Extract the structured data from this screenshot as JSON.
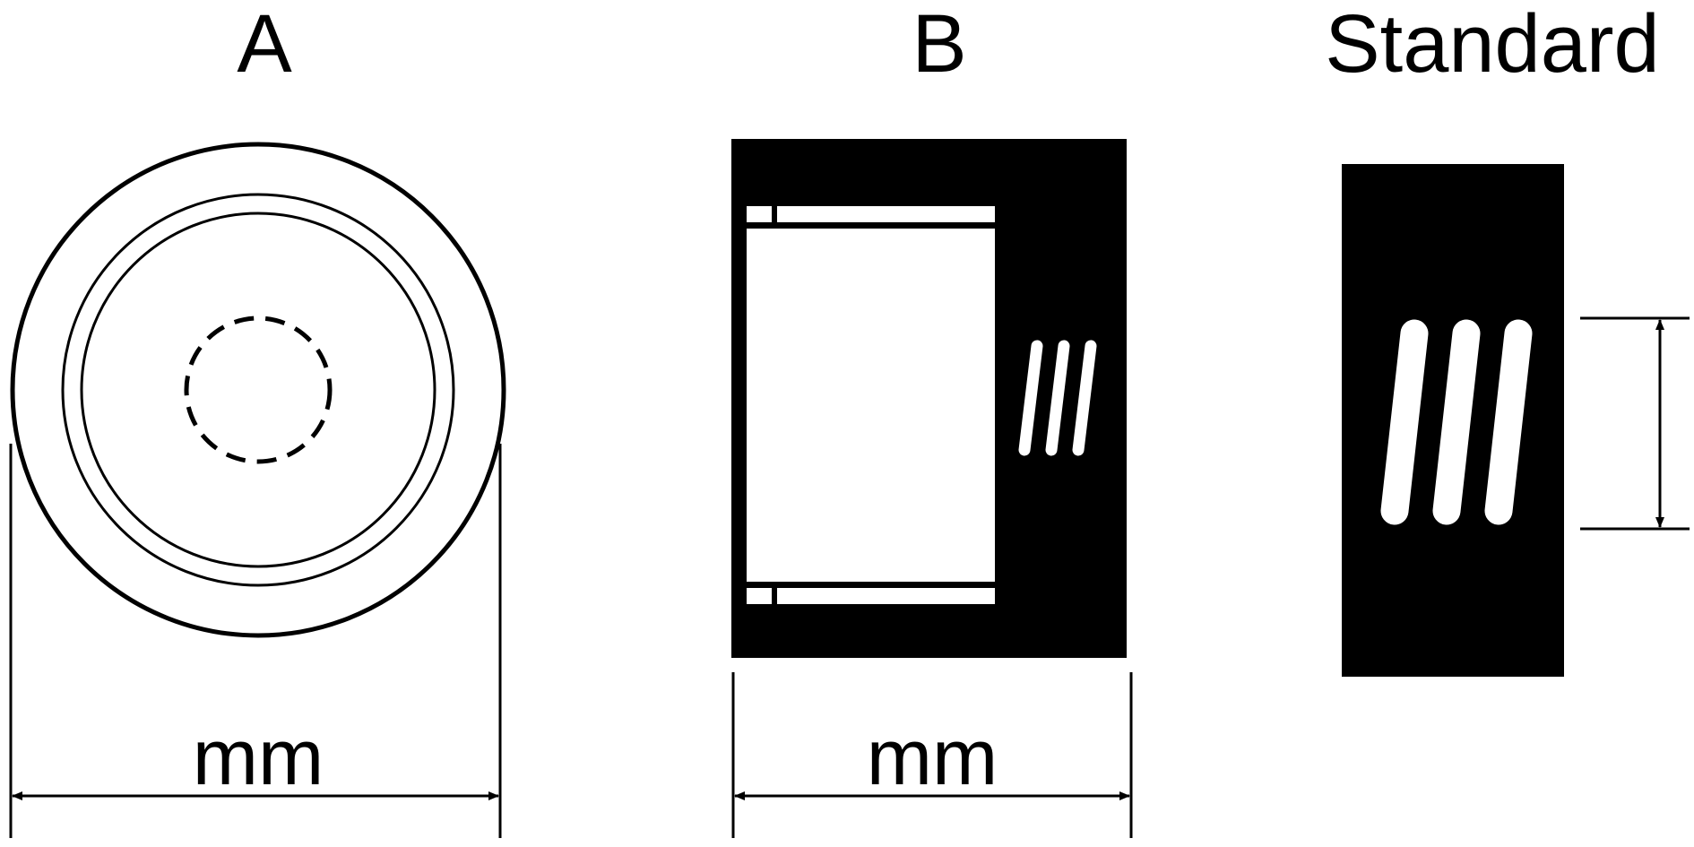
{
  "colors": {
    "ink": "#000000",
    "paper": "#ffffff"
  },
  "panels": [
    {
      "id": "a",
      "label": "A"
    },
    {
      "id": "b",
      "label": "B"
    },
    {
      "id": "standard",
      "label": "Standard"
    }
  ],
  "dimensions": {
    "a": {
      "label": "mm"
    },
    "b": {
      "label": "mm"
    }
  }
}
